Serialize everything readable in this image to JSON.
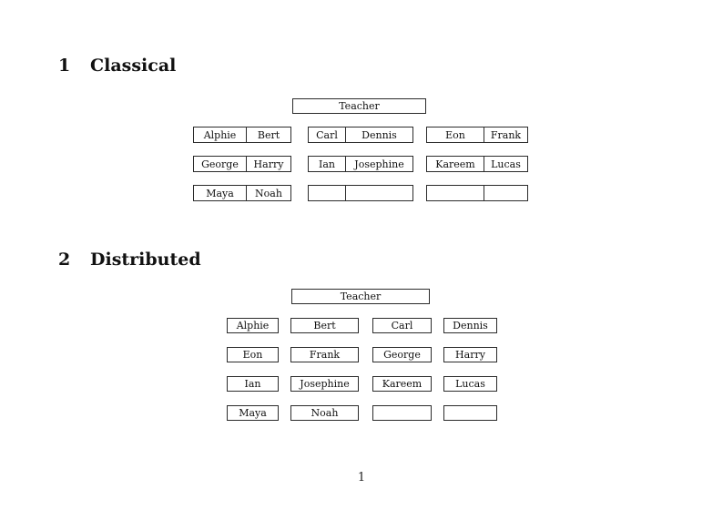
{
  "page": {
    "background": "#ffffff",
    "text_color": "#111111",
    "border_color": "#2b2b2b",
    "page_number": "1"
  },
  "classical": {
    "heading_number": "1",
    "heading_title": "Classical",
    "teacher": "Teacher",
    "columns": [
      {
        "rows": [
          [
            "Alphie",
            "Bert"
          ],
          [
            "George",
            "Harry"
          ],
          [
            "Maya",
            "Noah"
          ]
        ]
      },
      {
        "rows": [
          [
            "Carl",
            "Dennis"
          ],
          [
            "Ian",
            "Josephine"
          ],
          [
            "",
            ""
          ]
        ]
      },
      {
        "rows": [
          [
            "Eon",
            "Frank"
          ],
          [
            "Kareem",
            "Lucas"
          ],
          [
            "",
            ""
          ]
        ]
      }
    ]
  },
  "distributed": {
    "heading_number": "2",
    "heading_title": "Distributed",
    "teacher": "Teacher",
    "columns": [
      {
        "rows": [
          "Alphie",
          "Eon",
          "Ian",
          "Maya"
        ]
      },
      {
        "rows": [
          "Bert",
          "Frank",
          "Josephine",
          "Noah"
        ]
      },
      {
        "rows": [
          "Carl",
          "George",
          "Kareem",
          ""
        ]
      },
      {
        "rows": [
          "Dennis",
          "Harry",
          "Lucas",
          ""
        ]
      }
    ]
  }
}
